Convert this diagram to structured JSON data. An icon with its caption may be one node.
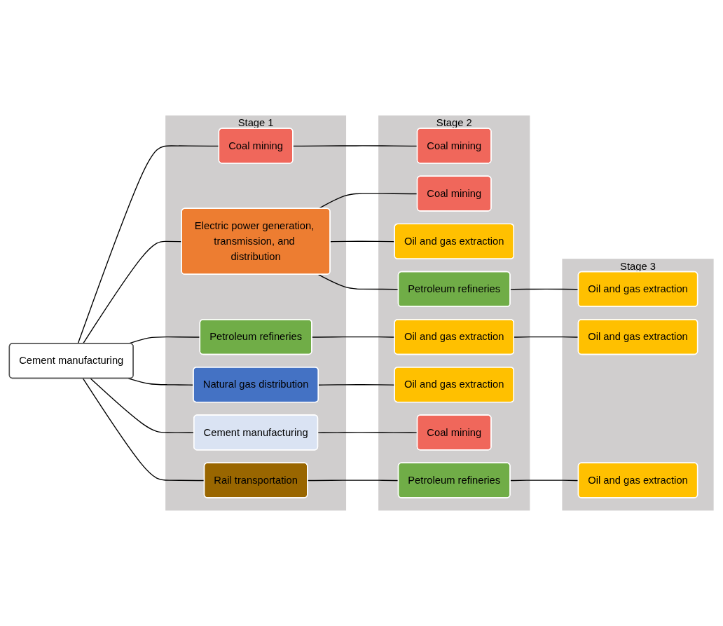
{
  "diagram": {
    "nodes": [
      {
        "text": [
          "Cement manufacturing"
        ]
      },
      {
        "text": [
          "Stage 1"
        ]
      },
      {
        "text": [
          "Coal mining"
        ],
        "in": 1
      },
      {
        "text": [
          "Electric power generation, transmission, and distribution"
        ],
        "in": 1
      },
      {
        "text": [
          "Petroleum refineries"
        ],
        "in": 1
      },
      {
        "text": [
          "Natural gas distribution"
        ],
        "in": 1
      },
      {
        "text": [
          "Cement manufacturing"
        ],
        "in": 1
      },
      {
        "text": [
          "Rail transportation"
        ],
        "in": 1
      },
      {
        "text": [
          "Stage 2"
        ]
      },
      {
        "text": [
          "Coal mining"
        ],
        "in": 8
      },
      {
        "text": [
          "Coal mining"
        ],
        "in": 8
      },
      {
        "text": [
          "Oil and gas extraction"
        ],
        "in": 8
      },
      {
        "text": [
          "Petroleum refineries"
        ],
        "in": 8
      },
      {
        "text": [
          "Oil and gas extraction"
        ],
        "in": 8
      },
      {
        "text": [
          "Oil and gas extraction"
        ],
        "in": 8
      },
      {
        "text": [
          "Coal mining"
        ],
        "in": 8
      },
      {
        "text": [
          "Petroleum refineries"
        ],
        "in": 8
      },
      {
        "text": [
          "Stage 3"
        ]
      },
      {
        "text": [
          "Oil and gas extraction"
        ],
        "in": 17
      },
      {
        "text": [
          "Oil and gas extraction"
        ],
        "in": 17
      },
      {
        "text": [
          "Oil and gas extraction"
        ],
        "in": 17
      }
    ],
    "edges": [
      {
        "from": 0,
        "to": 2,
        "arrow": "none"
      },
      {
        "from": 0,
        "to": 3,
        "arrow": "none"
      },
      {
        "from": 0,
        "to": 4,
        "arrow": "none"
      },
      {
        "from": 0,
        "to": 5,
        "arrow": "none"
      },
      {
        "from": 0,
        "to": 6,
        "arrow": "none"
      },
      {
        "from": 0,
        "to": 7,
        "arrow": "none"
      },
      {
        "from": 2,
        "to": 9,
        "arrow": "none"
      },
      {
        "from": 3,
        "to": 10,
        "arrow": "none"
      },
      {
        "from": 3,
        "to": 11,
        "arrow": "none"
      },
      {
        "from": 3,
        "to": 12,
        "arrow": "none"
      },
      {
        "from": 4,
        "to": 13,
        "arrow": "none"
      },
      {
        "from": 5,
        "to": 14,
        "arrow": "none"
      },
      {
        "from": 6,
        "to": 15,
        "arrow": "none"
      },
      {
        "from": 7,
        "to": 16,
        "arrow": "none"
      },
      {
        "from": 12,
        "to": 18,
        "arrow": "none"
      },
      {
        "from": 13,
        "to": 19,
        "arrow": "none"
      },
      {
        "from": 16,
        "to": 20,
        "arrow": "none"
      }
    ]
  }
}
